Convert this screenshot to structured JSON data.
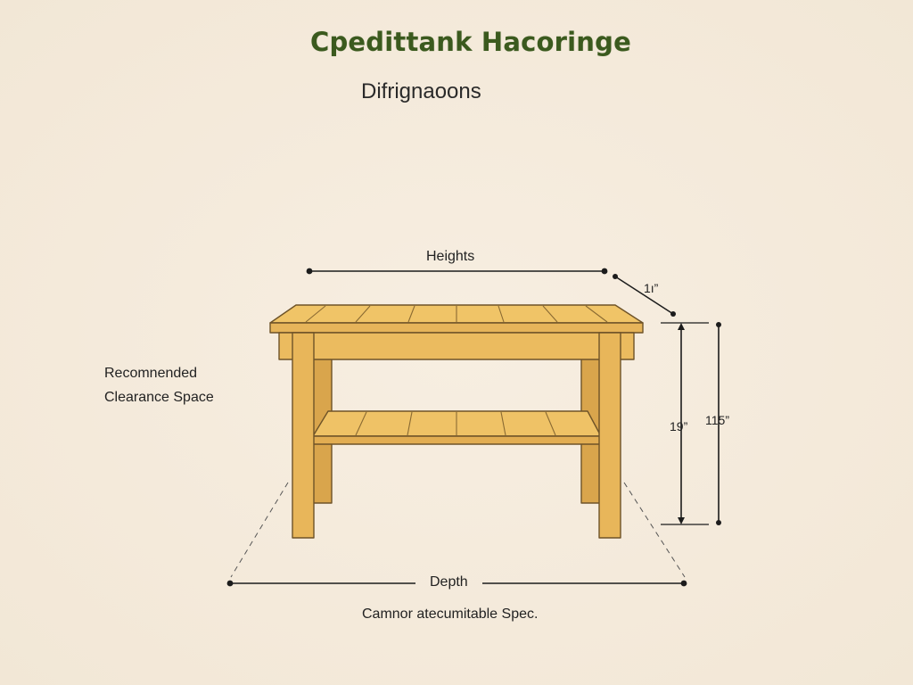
{
  "title": "Cpedittank Hacoringe",
  "subtitle": "Difrignaoons",
  "labels": {
    "heights": "Heights",
    "depth": "Depth",
    "clearance_line1": "Recomnended",
    "clearance_line2": "Clearance Space",
    "caption": "Camnor atecumitable Spec.",
    "dim_diagonal": "1ı”",
    "dim_inner_height": "19”",
    "dim_outer_height": "115”"
  },
  "colors": {
    "background": "#f4eadb",
    "title": "#3b5a1e",
    "wood_light": "#f0c467",
    "wood_mid": "#e6b45a",
    "wood_dark": "#c99a45",
    "outline": "#6e5328",
    "line": "#1c1c1c"
  }
}
